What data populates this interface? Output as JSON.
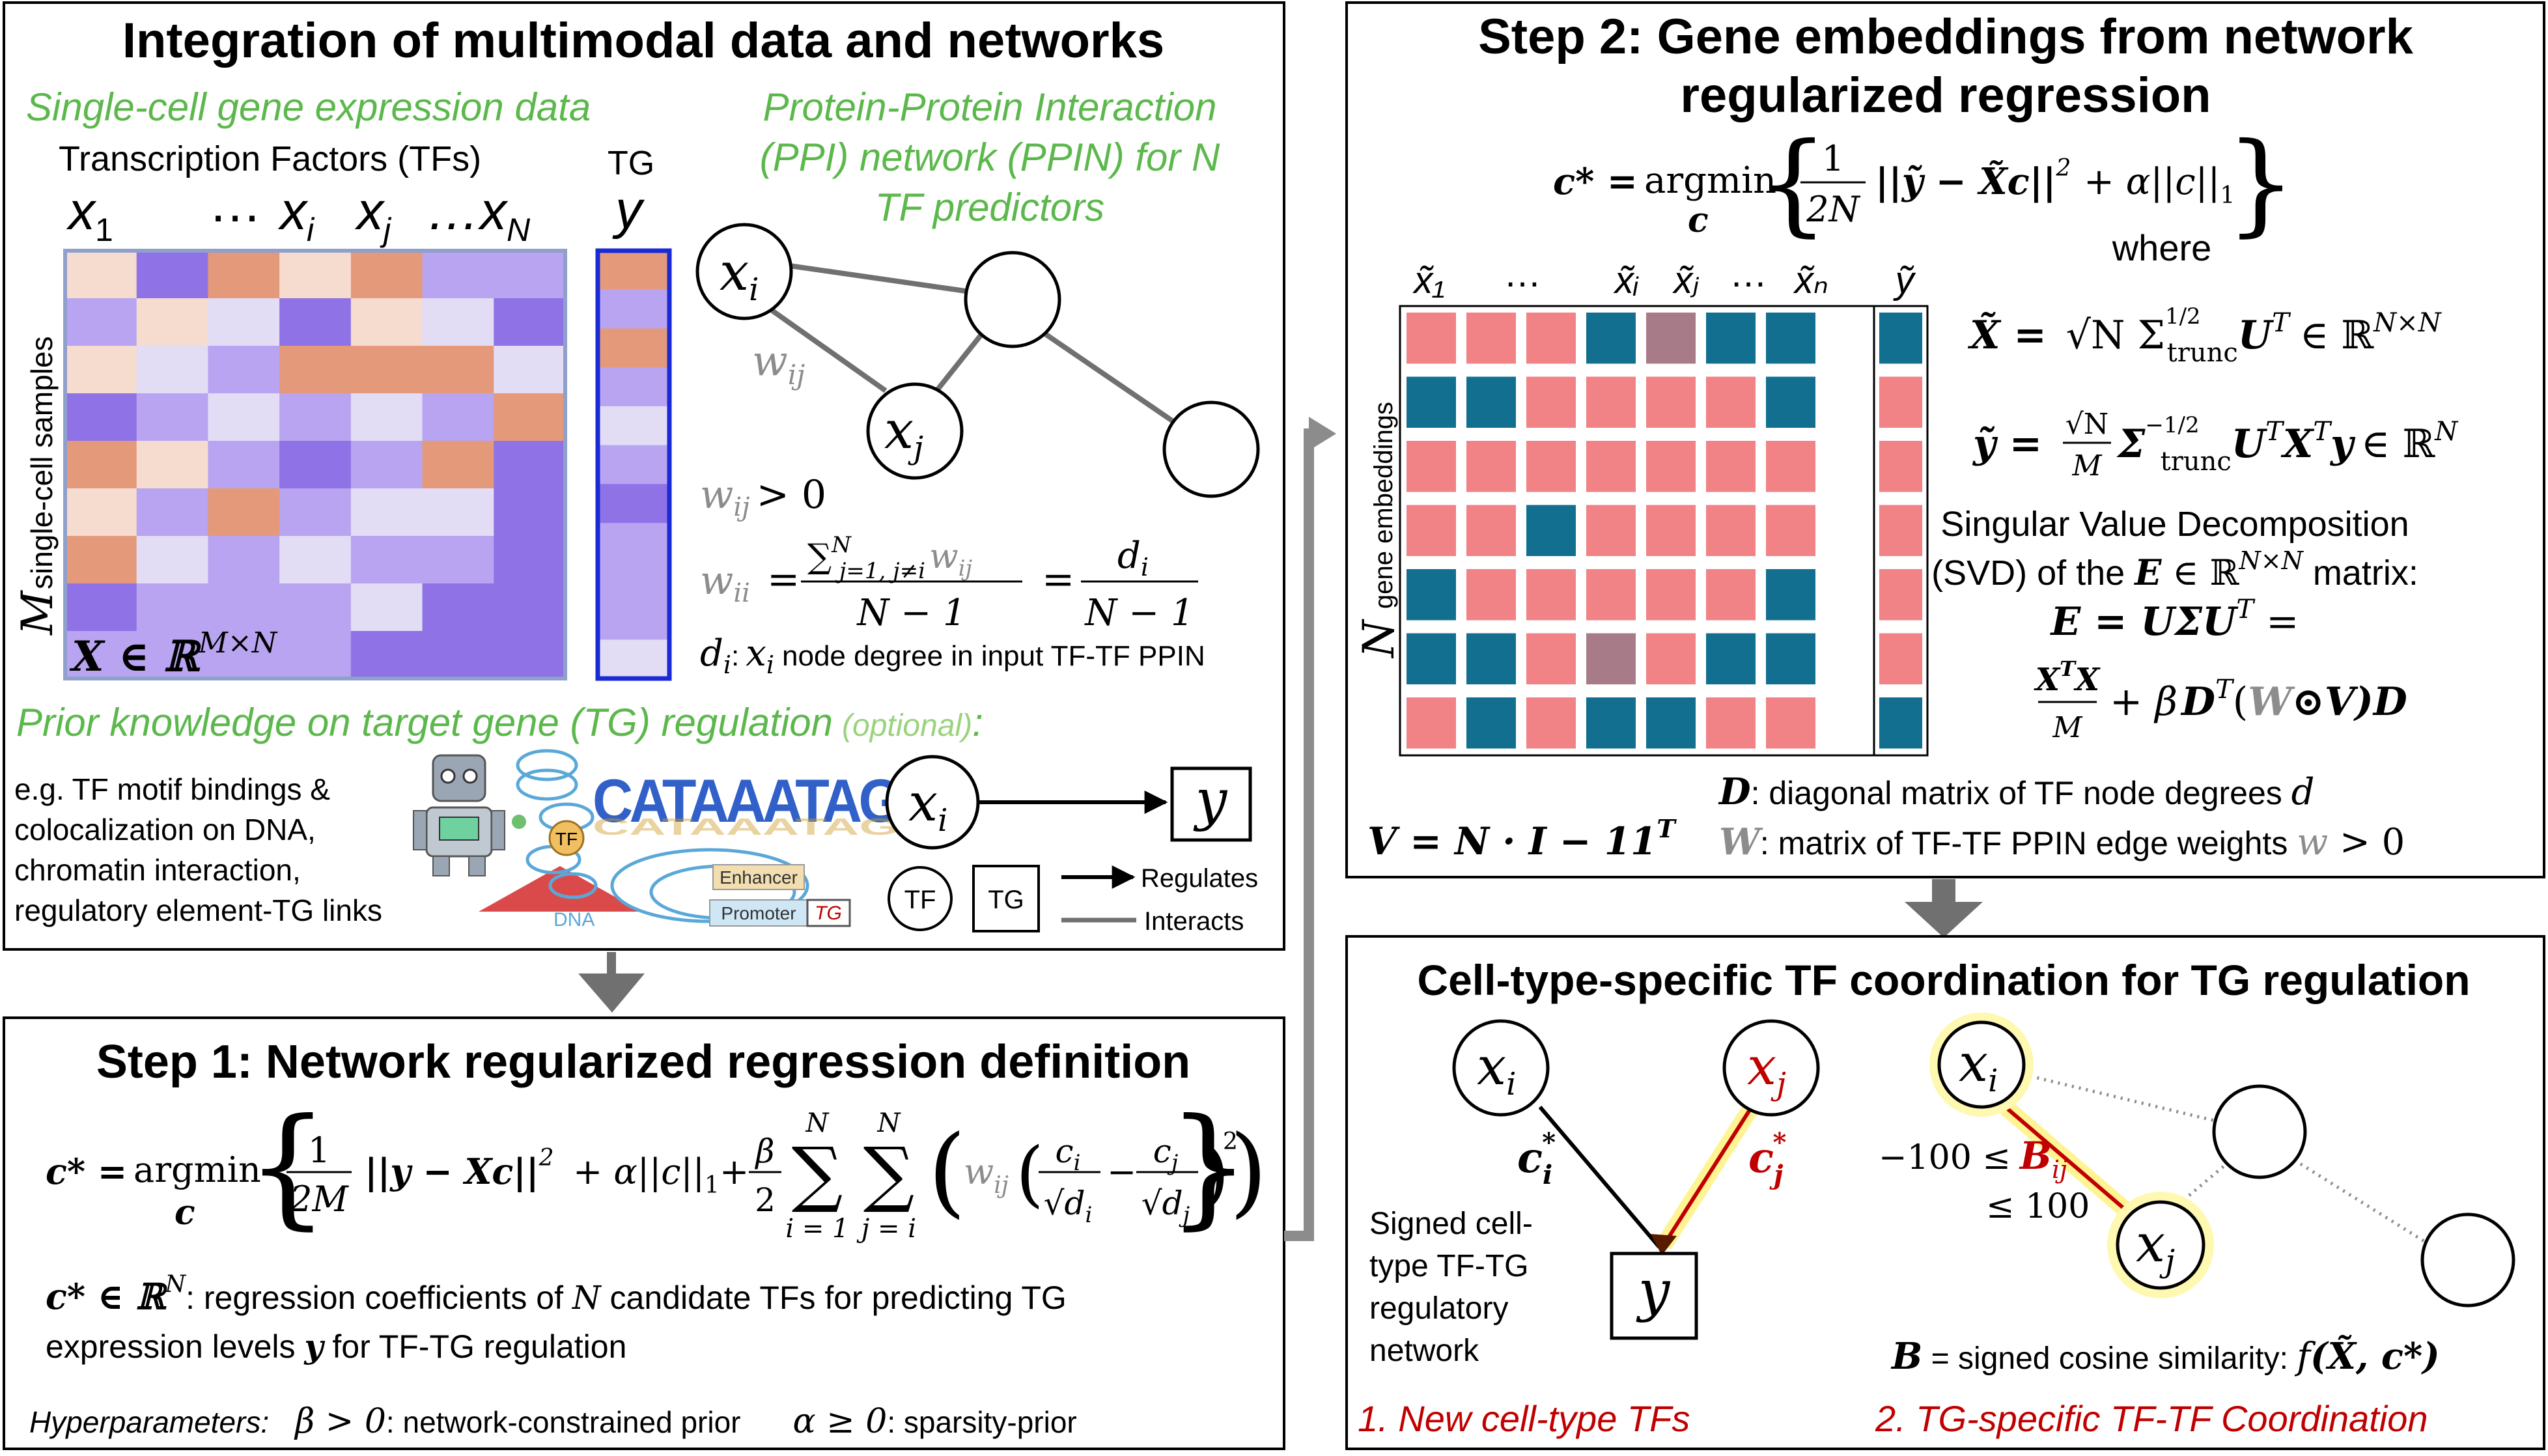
{
  "colors": {
    "orange_dark": "#e49a7a",
    "orange_light": "#f5dccf",
    "purple_dark": "#8f72e6",
    "purple_mid": "#b8a4f0",
    "lavender_light": "#e2dcf5",
    "heat_border": "#8fa0cc",
    "tg_border": "#1a2bd6",
    "green": "#5cb84c",
    "red": "#c00000",
    "pink": "#f18285",
    "teal": "#136f90",
    "mauve": "#a77c88",
    "gray": "#8c8c8c",
    "arrow_gray": "#707070"
  },
  "panel1": {
    "title": "Integration of multimodal data and networks",
    "sc_title": "Single-cell gene expression data",
    "tf_label": "Transcription Factors (TFs)",
    "tg_label": "TG",
    "var_x1": "x",
    "sub_1": "1",
    "ellipsis": "…",
    "var_xi": "x",
    "sub_i": "i",
    "var_xj": "x",
    "sub_j": "j",
    "dots_xN": "…x",
    "sub_N": "N",
    "var_y": "y",
    "m_letter": "M",
    "samples_label": "single-cell samples",
    "x_in_r": "X ∈ ℝ",
    "x_in_r_sup": "M×N",
    "heatmap_rows": [
      [
        "orange_light",
        "purple_dark",
        "orange_dark",
        "orange_light",
        "orange_dark",
        "purple_mid",
        "purple_mid"
      ],
      [
        "purple_mid",
        "orange_light",
        "lavender_light",
        "purple_dark",
        "orange_light",
        "lavender_light",
        "purple_dark"
      ],
      [
        "orange_light",
        "lavender_light",
        "purple_mid",
        "orange_dark",
        "orange_dark",
        "orange_dark",
        "lavender_light"
      ],
      [
        "purple_dark",
        "purple_mid",
        "lavender_light",
        "purple_mid",
        "lavender_light",
        "purple_mid",
        "orange_dark"
      ],
      [
        "orange_dark",
        "orange_light",
        "purple_mid",
        "purple_dark",
        "purple_mid",
        "orange_dark",
        "purple_dark"
      ],
      [
        "orange_light",
        "purple_mid",
        "orange_dark",
        "purple_mid",
        "lavender_light",
        "lavender_light",
        "purple_dark"
      ],
      [
        "orange_dark",
        "lavender_light",
        "purple_mid",
        "lavender_light",
        "purple_mid",
        "purple_mid",
        "purple_dark"
      ],
      [
        "purple_dark",
        "purple_mid",
        "purple_mid",
        "purple_mid",
        "lavender_light",
        "purple_dark",
        "purple_dark"
      ],
      [
        "purple_mid",
        "purple_mid",
        "purple_mid",
        "purple_mid",
        "purple_dark",
        "purple_dark",
        "purple_dark"
      ]
    ],
    "tg_column": [
      "orange_dark",
      "purple_mid",
      "orange_dark",
      "purple_mid",
      "lavender_light",
      "purple_mid",
      "purple_dark",
      "purple_mid",
      "purple_mid",
      "purple_mid",
      "lavender_light"
    ],
    "ppi_title_1": "Protein-Protein Interaction",
    "ppi_title_2": "(PPI) network (PPIN) for N",
    "ppi_title_3": "TF predictors",
    "node_xi": "x",
    "node_xi_sub": "i",
    "node_xj": "x",
    "node_xj_sub": "j",
    "edge_w": "w",
    "edge_w_sub": "ij",
    "wij_pos": "w",
    "wij_pos_sub": "ij",
    "wij_pos_rhs": "> 0",
    "wii_lhs": "w",
    "wii_lhs_sub": "ii",
    "wii_num": "∑",
    "wii_num_sup": "N",
    "wii_num_sub": "j=1, j≠i",
    "wii_num_w": "w",
    "wii_num_w_sub": "ij",
    "wii_den": "N − 1",
    "wii_eq": "=",
    "wii_rhs_num": "d",
    "wii_rhs_num_sub": "i",
    "wii_rhs_den": "N − 1",
    "di_def_var": "d",
    "di_def_sub": "i",
    "di_def_colon": ":",
    "di_def_x": "x",
    "di_def_xsub": "i",
    "di_def_text": "node degree in input TF-TF PPIN",
    "prior_title": "Prior knowledge on target gene (TG) regulation",
    "prior_optional": "(optional)",
    "prior_colon": ":",
    "prior_lines": [
      "e.g. TF motif bindings &",
      "colocalization on DNA,",
      "chromatin interaction,",
      "regulatory element-TG links"
    ],
    "motif": "CATAAATAG",
    "tf_badge": "TF",
    "dna_label": "DNA",
    "enhancer": "Enhancer",
    "promoter": "Promoter",
    "tg_italic": "TG",
    "reg_xi": "x",
    "reg_xi_sub": "i",
    "reg_y": "y",
    "legend_tf": "TF",
    "legend_tg": "TG",
    "legend_regulates": "Regulates",
    "legend_interacts": "Interacts"
  },
  "step1": {
    "title": "Step 1: Network regularized regression definition",
    "eq_lhs": "c* =",
    "eq_argmin": "argmin",
    "eq_argmin_sub": "c",
    "eq_frac_num": "1",
    "eq_frac_den": "2M",
    "eq_norm": "||y − Xc||",
    "eq_norm_sup": "2",
    "eq_alpha": "+ α||c||",
    "eq_alpha_sub": "1",
    "eq_beta_num": "β",
    "eq_beta_den": "2",
    "eq_sum1_top": "N",
    "eq_sum1_bot": "i = 1",
    "eq_sum2_top": "N",
    "eq_sum2_bot": "j = i",
    "eq_w": "w",
    "eq_w_sub": "ij",
    "eq_ci": "c",
    "eq_ci_sub": "i",
    "eq_di": "√d",
    "eq_di_sub": "i",
    "eq_minus": "−",
    "eq_cj": "c",
    "eq_cj_sub": "j",
    "eq_dj": "√d",
    "eq_dj_sub": "j",
    "eq_sq": "2",
    "def_lhs": "c* ∈ ℝ",
    "def_sup": "N",
    "def_text1": ": regression coefficients of ",
    "def_N": "N",
    "def_text2": " candidate TFs for predicting TG",
    "def_line2_a": "expression levels ",
    "def_line2_y": "y",
    "def_line2_b": " for TF-TG regulation",
    "hyper_label": "Hyperparameters:",
    "hyper_beta": "β > 0",
    "hyper_beta_text": ": network-constrained prior",
    "hyper_alpha": "α ≥ 0",
    "hyper_alpha_text": ": sparsity-prior"
  },
  "step2": {
    "title_1": "Step 2: Gene embeddings from network",
    "title_2": "regularized regression",
    "eq_lhs": "c* =",
    "eq_argmin": "argmin",
    "eq_argmin_sub": "c",
    "eq_frac_num": "1",
    "eq_frac_den": "2N",
    "eq_norm": "||ỹ − X̃c||",
    "eq_norm_sup": "2",
    "eq_alpha": "+ α||c||",
    "eq_alpha_sub": "1",
    "where": "where",
    "col_labels": [
      "x̃₁",
      "…",
      "x̃ᵢ",
      "x̃ⱼ",
      "…",
      "x̃ₙ"
    ],
    "col_y": "ỹ",
    "n_letter": "N",
    "embed_label": "gene embeddings",
    "grid_rows": [
      [
        "pink",
        "pink",
        "pink",
        "teal",
        "mauve",
        "teal",
        "teal"
      ],
      [
        "teal",
        "teal",
        "pink",
        "pink",
        "pink",
        "pink",
        "teal"
      ],
      [
        "pink",
        "pink",
        "pink",
        "pink",
        "pink",
        "pink",
        "pink"
      ],
      [
        "pink",
        "pink",
        "teal",
        "pink",
        "pink",
        "pink",
        "pink"
      ],
      [
        "teal",
        "pink",
        "pink",
        "pink",
        "pink",
        "pink",
        "teal"
      ],
      [
        "teal",
        "teal",
        "pink",
        "mauve",
        "pink",
        "teal",
        "teal"
      ],
      [
        "pink",
        "teal",
        "pink",
        "teal",
        "teal",
        "pink",
        "pink"
      ]
    ],
    "y_col": [
      "teal",
      "pink",
      "pink",
      "pink",
      "pink",
      "pink",
      "teal"
    ],
    "eq_xt": "X̃ =",
    "eq_xt_rhs": "√N Σ",
    "eq_xt_sup": "1/2",
    "eq_xt_sub": "trunc",
    "eq_xt_tail": "U",
    "eq_xt_T": "T",
    "eq_xt_in": "∈ ℝ",
    "eq_xt_dim": "N×N",
    "eq_yt": "ỹ =",
    "eq_yt_frac_num": "√N",
    "eq_yt_frac_den": "M",
    "eq_yt_sigma": "Σ",
    "eq_yt_sup": "−1/2",
    "eq_yt_sub": "trunc",
    "eq_yt_tail": "U",
    "eq_yt_T": "T",
    "eq_yt_X": "X",
    "eq_yt_T2": "T",
    "eq_yt_y": "y",
    "eq_yt_in": "∈ ℝ",
    "eq_yt_dim": "N",
    "svd_1": "Singular Value Decomposition",
    "svd_2a": "(SVD) of the ",
    "svd_2E": "E",
    "svd_2in": " ∈ ℝ",
    "svd_2dim": "N×N",
    "svd_2b": " matrix:",
    "e_eq": "E = UΣU",
    "e_eq_T": "T",
    "e_eq_end": " =",
    "e_frac_num": "X",
    "e_frac_num_T": "T",
    "e_frac_num_X": "X",
    "e_frac_den": "M",
    "e_plus": "+ β",
    "e_D": "D",
    "e_DT": "T",
    "e_paren_open": "(",
    "e_W": "W",
    "e_odot": "⊙V",
    "e_paren_close": ")D",
    "v_eq": "V = N · I − 11",
    "v_eq_T": "T",
    "d_def_var": "D",
    "d_def_text": ": diagonal matrix of TF node degrees ",
    "d_def_d": "d",
    "w_def_var": "W",
    "w_def_text": ": matrix of TF-TF PPIN edge weights ",
    "w_def_w": "w",
    "w_def_tail": " > 0"
  },
  "step3": {
    "title": "Cell-type-specific TF coordination for TG regulation",
    "node_xi": "x",
    "node_xi_sub": "i",
    "node_xj": "x",
    "node_xj_sub": "j",
    "node_y": "y",
    "ci_star": "c",
    "ci_star_sub": "i",
    "ci_star_sup": "*",
    "cj_star": "c",
    "cj_star_sub": "j",
    "cj_star_sup": "*",
    "signed_lines": [
      "Signed cell-",
      "type TF-TG",
      "regulatory",
      "network"
    ],
    "new_tfs": "1. New cell-type TFs",
    "r_node_xi": "x",
    "r_node_xi_sub": "i",
    "r_node_xj": "x",
    "r_node_xj_sub": "j",
    "bij_lhs": "−100 ≤",
    "bij": "B",
    "bij_sub": "ij",
    "bij_rhs": "≤ 100",
    "cosine_B": "B",
    "cosine_text": " = signed cosine similarity: ",
    "cosine_f": "f",
    "cosine_args": "(X̃, c*)",
    "coordination": "2. TG-specific TF-TF Coordination"
  }
}
